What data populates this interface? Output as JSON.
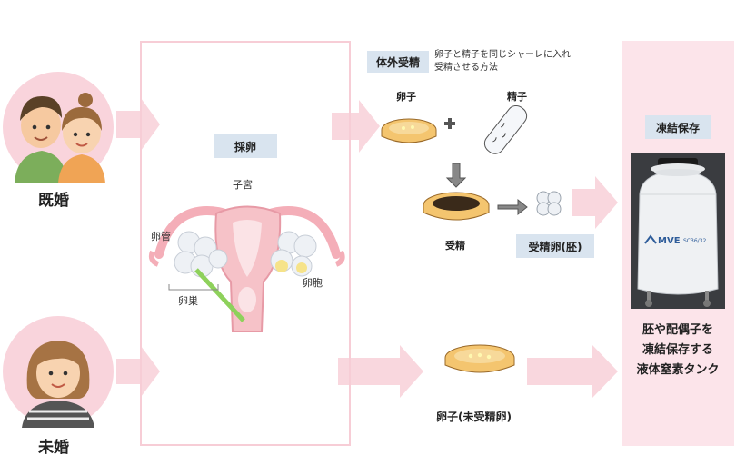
{
  "colors": {
    "arrow": "#f9d7de",
    "panel_border": "#f7cdd6",
    "right_panel": "#fce4ea",
    "tag_bg": "#d9e4ef",
    "avatar_bg": "#f9d4dc"
  },
  "left": {
    "married": "既婚",
    "unmarried": "未婚"
  },
  "center_panel": {
    "tag": "採卵",
    "uterus": "子宮",
    "oviduct": "卵管",
    "ovary": "卵巣",
    "follicle": "卵胞"
  },
  "ivf": {
    "tag": "体外受精",
    "desc_line1": "卵子と精子を同じシャーレに入れ",
    "desc_line2": "受精させる方法",
    "egg": "卵子",
    "sperm": "精子",
    "fertilized": "受精",
    "embryo_tag": "受精卵(胚)"
  },
  "unfertilized": {
    "label": "卵子(未受精卵)"
  },
  "right_panel": {
    "tag": "凍結保存",
    "tank_brand": "MVE",
    "tank_model": "SC36/32",
    "line1": "胚や配偶子を",
    "line2": "凍結保存する",
    "line3": "液体窒素タンク"
  }
}
